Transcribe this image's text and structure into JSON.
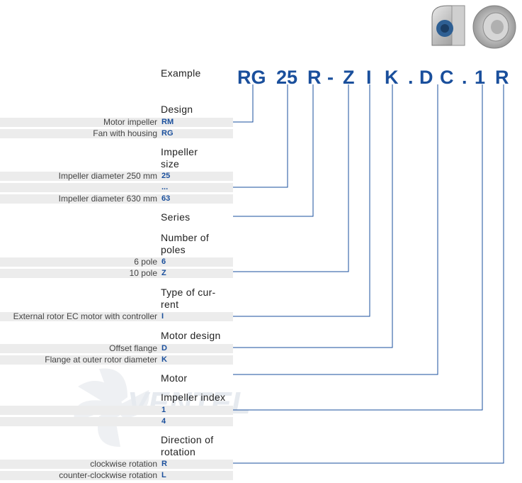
{
  "example": {
    "label": "Example",
    "segments": [
      "RG",
      "25",
      "R",
      "-",
      "Z",
      "I",
      "K",
      ".",
      "D",
      "C",
      ".",
      "1",
      "R"
    ]
  },
  "sections": [
    {
      "id": "design",
      "heading": "Design",
      "rows": [
        {
          "desc": "Motor impeller",
          "code": "RM"
        },
        {
          "desc": "Fan with housing",
          "code": "RG"
        }
      ]
    },
    {
      "id": "impeller-size",
      "heading_lines": [
        "Impeller",
        "size"
      ],
      "rows": [
        {
          "desc": "Impeller diameter 250 mm",
          "code": "25"
        },
        {
          "desc": "",
          "code": "..."
        },
        {
          "desc": "Impeller diameter 630 mm",
          "code": "63"
        }
      ]
    },
    {
      "id": "series",
      "heading": "Series",
      "rows": []
    },
    {
      "id": "poles",
      "heading_lines": [
        "Number of",
        "poles"
      ],
      "rows": [
        {
          "desc": "6 pole",
          "code": "6"
        },
        {
          "desc": "10 pole",
          "code": "Z"
        }
      ]
    },
    {
      "id": "current",
      "heading_lines": [
        "Type of cur-",
        "rent"
      ],
      "rows": [
        {
          "desc": "External rotor EC motor with controller",
          "code": "I"
        }
      ]
    },
    {
      "id": "motor-design",
      "heading": "Motor design",
      "rows": [
        {
          "desc": "Offset flange",
          "code": "D"
        },
        {
          "desc": "Flange at outer rotor diameter",
          "code": "K"
        }
      ]
    },
    {
      "id": "motor",
      "heading": "Motor",
      "rows": []
    },
    {
      "id": "impeller-index",
      "heading": "Impeller index",
      "rows": [
        {
          "desc": "",
          "code": "1"
        },
        {
          "desc": "",
          "code": "4"
        }
      ]
    },
    {
      "id": "rotation",
      "heading_lines": [
        "Direction of",
        "rotation"
      ],
      "rows": [
        {
          "desc": "clockwise rotation",
          "code": "R"
        },
        {
          "desc": "counter-clockwise rotation",
          "code": "L"
        }
      ]
    }
  ],
  "watermark": {
    "text": "VENTEL"
  },
  "colors": {
    "accent": "#1a4f9c",
    "band": "#ececec",
    "line": "#1a4f9c"
  }
}
